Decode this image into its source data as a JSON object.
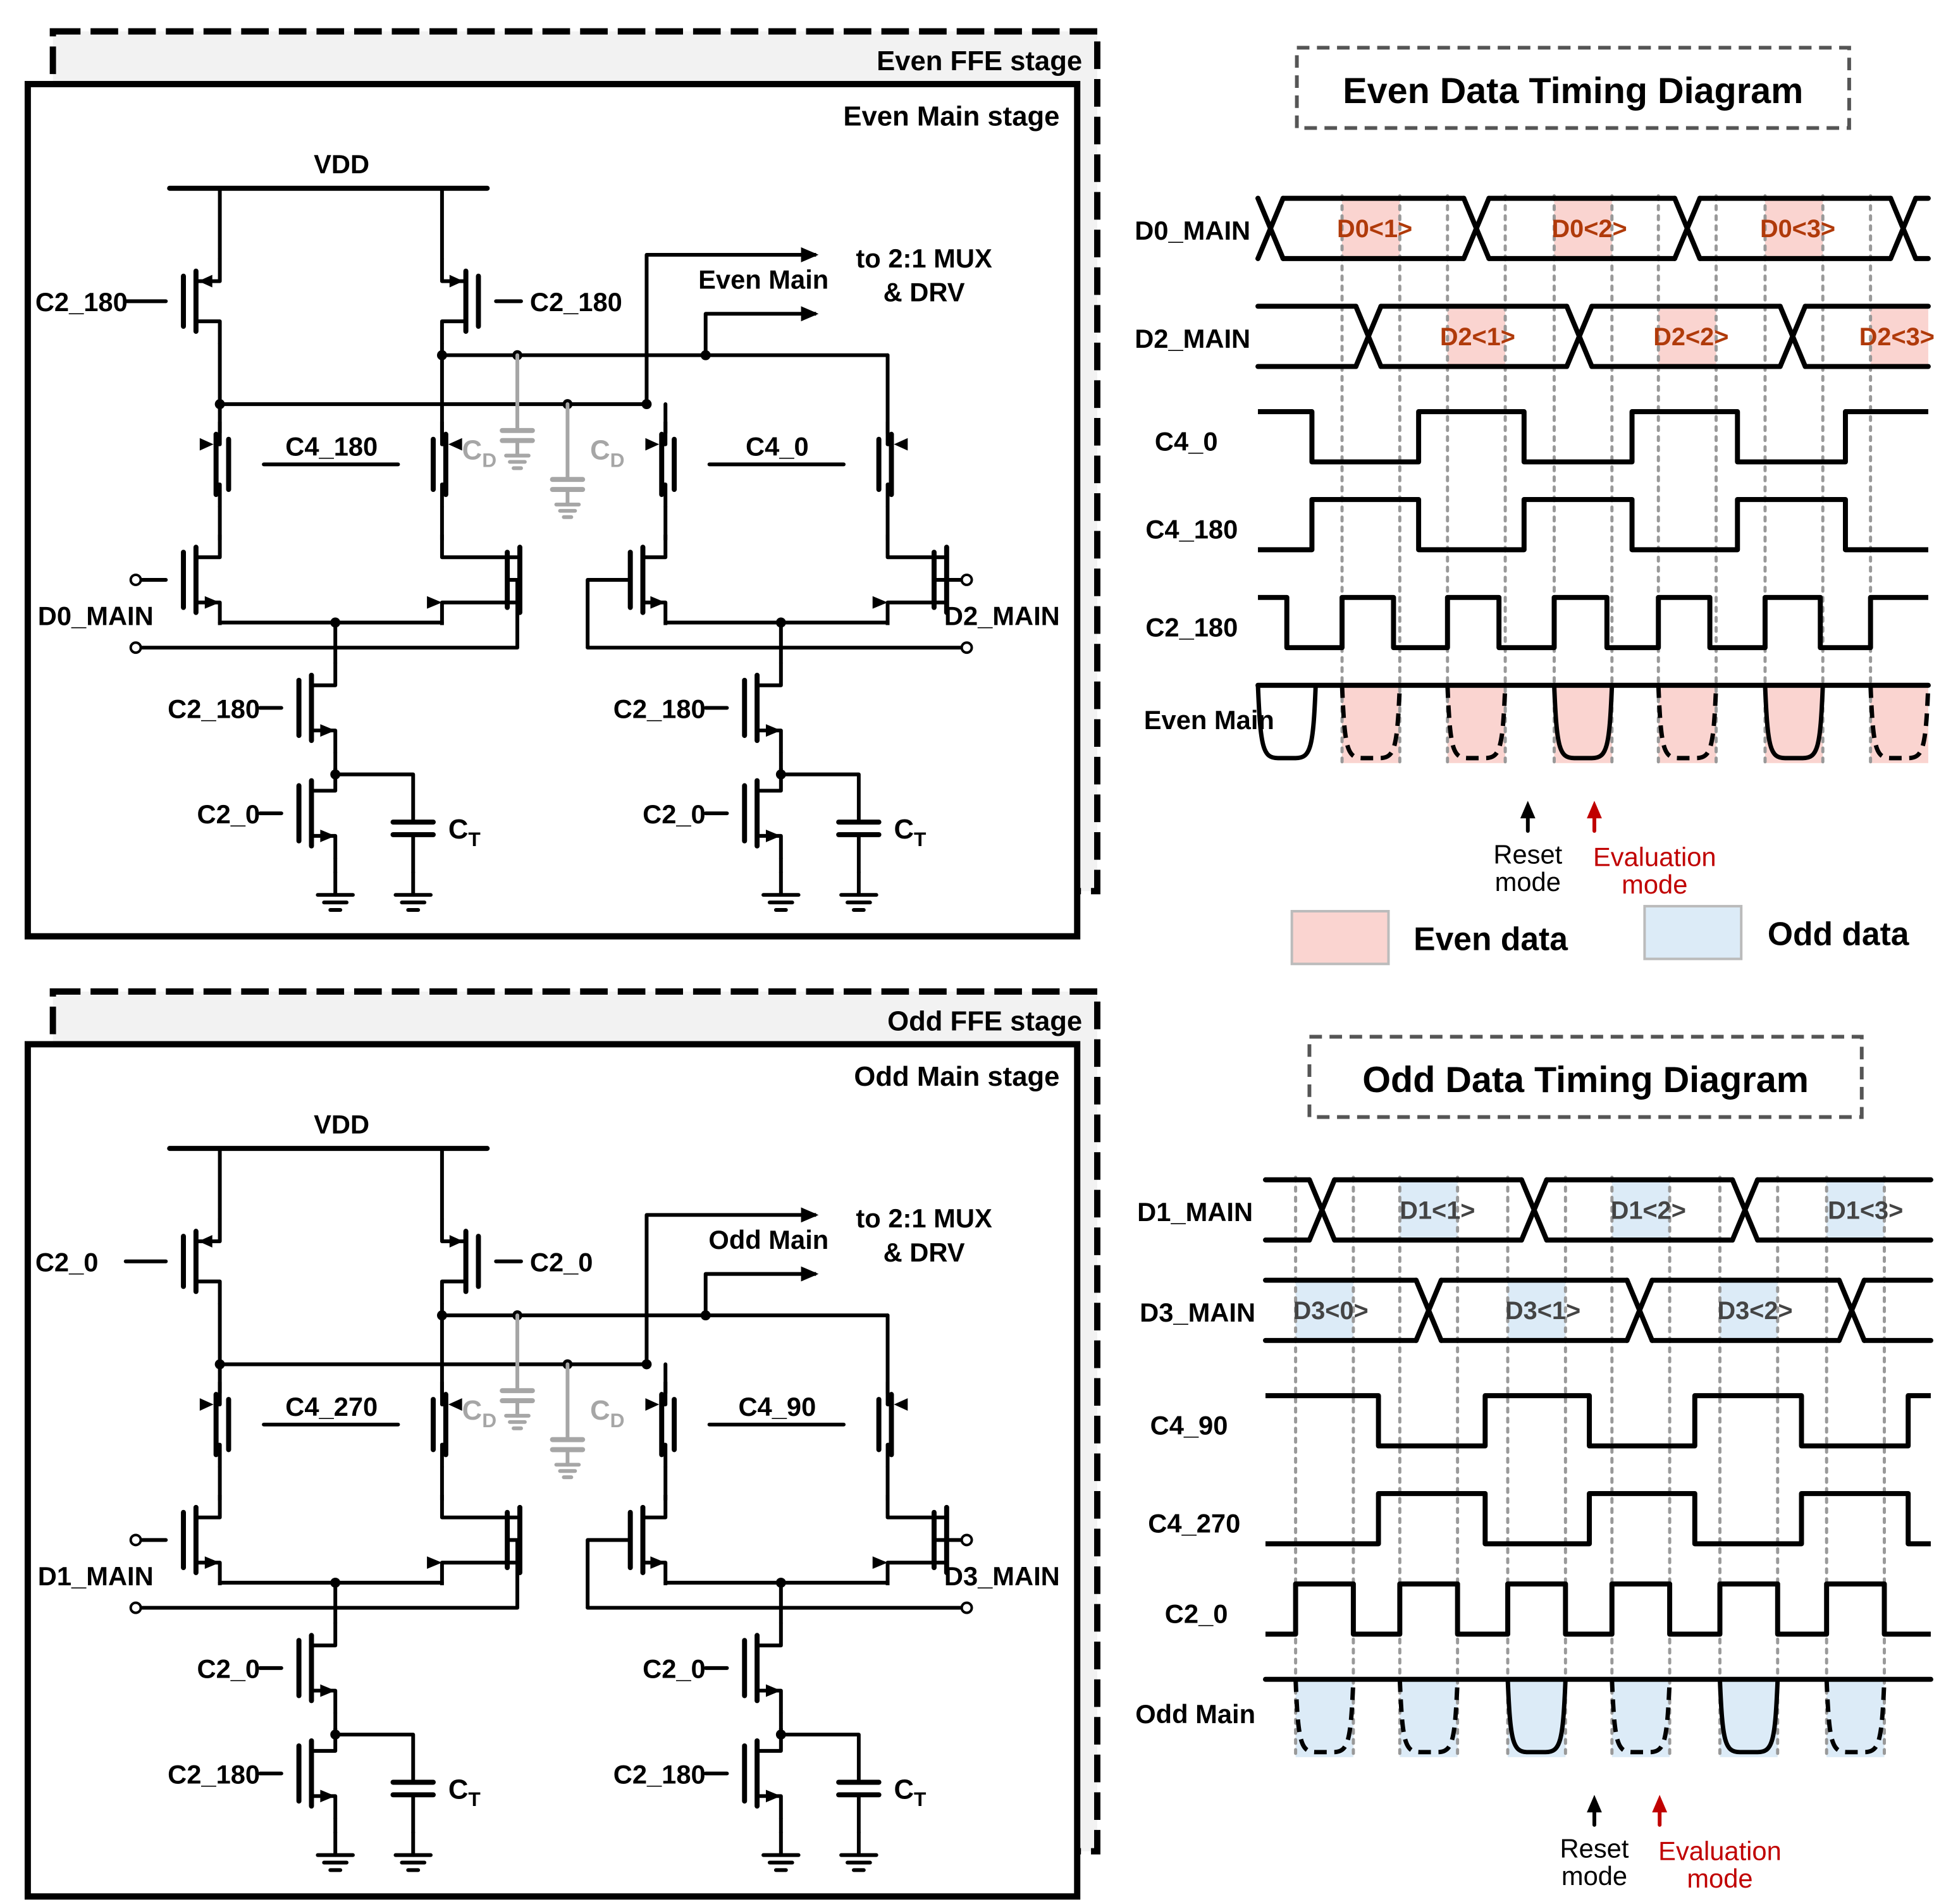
{
  "even": {
    "ffe_label": "Even  FFE  stage",
    "main_label": "Even  Main stage",
    "vdd": "VDD",
    "pmos_gate": "C2_180",
    "diff_left_gate": "C4_180",
    "diff_right_gate": "C4_0",
    "in_left": "D0_MAIN",
    "in_right": "D2_MAIN",
    "tail_upper": "C2_180",
    "tail_lower": "C2_0",
    "output": "Even Main",
    "dest_line1": "to 2:1 MUX",
    "dest_line2": "& DRV"
  },
  "odd": {
    "ffe_label": "Odd FFE  stage",
    "main_label": "Odd Main stage",
    "vdd": "VDD",
    "pmos_gate": "C2_0",
    "diff_left_gate": "C4_270",
    "diff_right_gate": "C4_90",
    "in_left": "D1_MAIN",
    "in_right": "D3_MAIN",
    "tail_upper": "C2_0",
    "tail_lower": "C2_180",
    "output": "Odd Main",
    "dest_line1": "to 2:1 MUX",
    "dest_line2": "& DRV"
  },
  "cap": {
    "letter": "C",
    "sub_d": "D",
    "sub_t": "T"
  },
  "colors": {
    "even_fill": "#fad4d0",
    "odd_fill": "#dcebf7",
    "arrow_red": "#c00000",
    "data_label": "#b03a0a",
    "cap_grey": "#a6a6a6"
  },
  "even_timing": {
    "title": "Even Data Timing  Diagram",
    "signals": [
      "D0_MAIN",
      "D2_MAIN",
      "C4_0",
      "C4_180",
      "C2_180",
      "Even Main"
    ],
    "d0_labels": [
      "D0<1>",
      "D0<2>",
      "D0<3>"
    ],
    "d2_labels": [
      "D2<1>",
      "D2<2>",
      "D2<3>"
    ],
    "reset": [
      "Reset",
      "mode"
    ],
    "eval": [
      "Evaluation",
      "mode"
    ]
  },
  "odd_timing": {
    "title": "Odd Data Timing  Diagram",
    "signals": [
      "D1_MAIN",
      "D3_MAIN",
      "C4_90",
      "C4_270",
      "C2_0",
      "Odd Main"
    ],
    "d1_labels": [
      "D1<1>",
      "D1<2>",
      "D1<3>"
    ],
    "d3_labels": [
      "D3<0>",
      "D3<1>",
      "D3<2>"
    ],
    "reset": [
      "Reset",
      "mode"
    ],
    "eval": [
      "Evaluation",
      "mode"
    ]
  },
  "legend": {
    "even": "Even data",
    "odd": "Odd data"
  }
}
